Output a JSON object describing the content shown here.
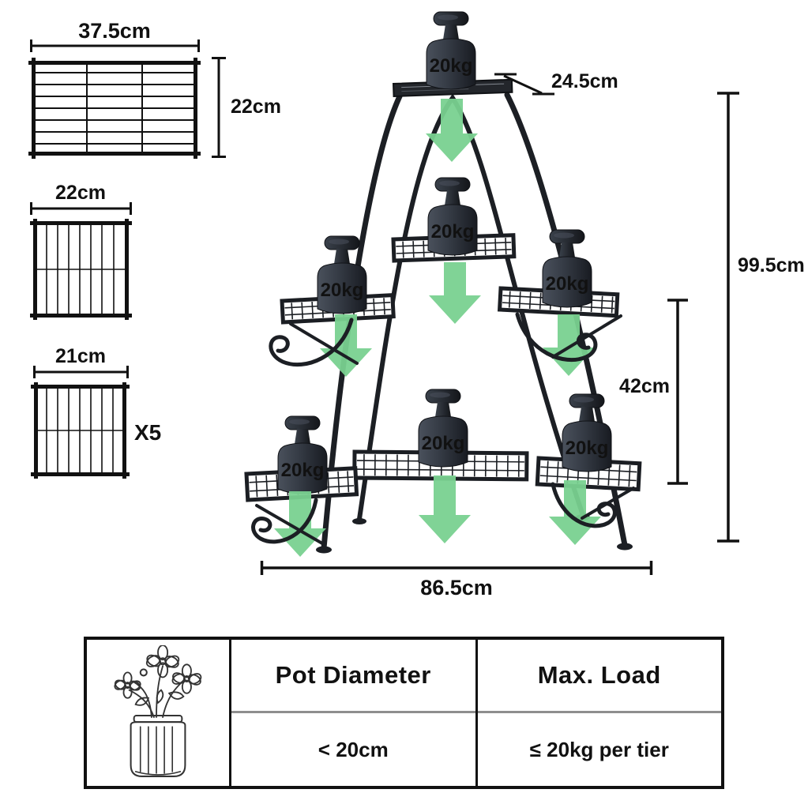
{
  "left_panels": {
    "panel_a": {
      "width": "37.5cm",
      "height": "22cm"
    },
    "panel_b": {
      "width": "22cm"
    },
    "panel_c": {
      "width": "21cm",
      "qty": "X5"
    }
  },
  "stand": {
    "weights": [
      "20kg",
      "20kg",
      "20kg",
      "20kg",
      "20kg",
      "20kg",
      "20kg"
    ],
    "dims": {
      "top_depth": "24.5cm",
      "total_height": "99.5cm",
      "tier_gap": "42cm",
      "base_width": "86.5cm"
    }
  },
  "spec_table": {
    "col1": {
      "header": "Pot Diameter",
      "value": "< 20cm"
    },
    "col2": {
      "header": "Max. Load",
      "value": "≤ 20kg per tier"
    }
  },
  "colors": {
    "arrow_green": "#79D190",
    "metal_dark": "#1C1F24",
    "dimension_black": "#111111",
    "table_divider_gray": "#8E8E8E",
    "weight_text_white": "#FFFFFF"
  }
}
